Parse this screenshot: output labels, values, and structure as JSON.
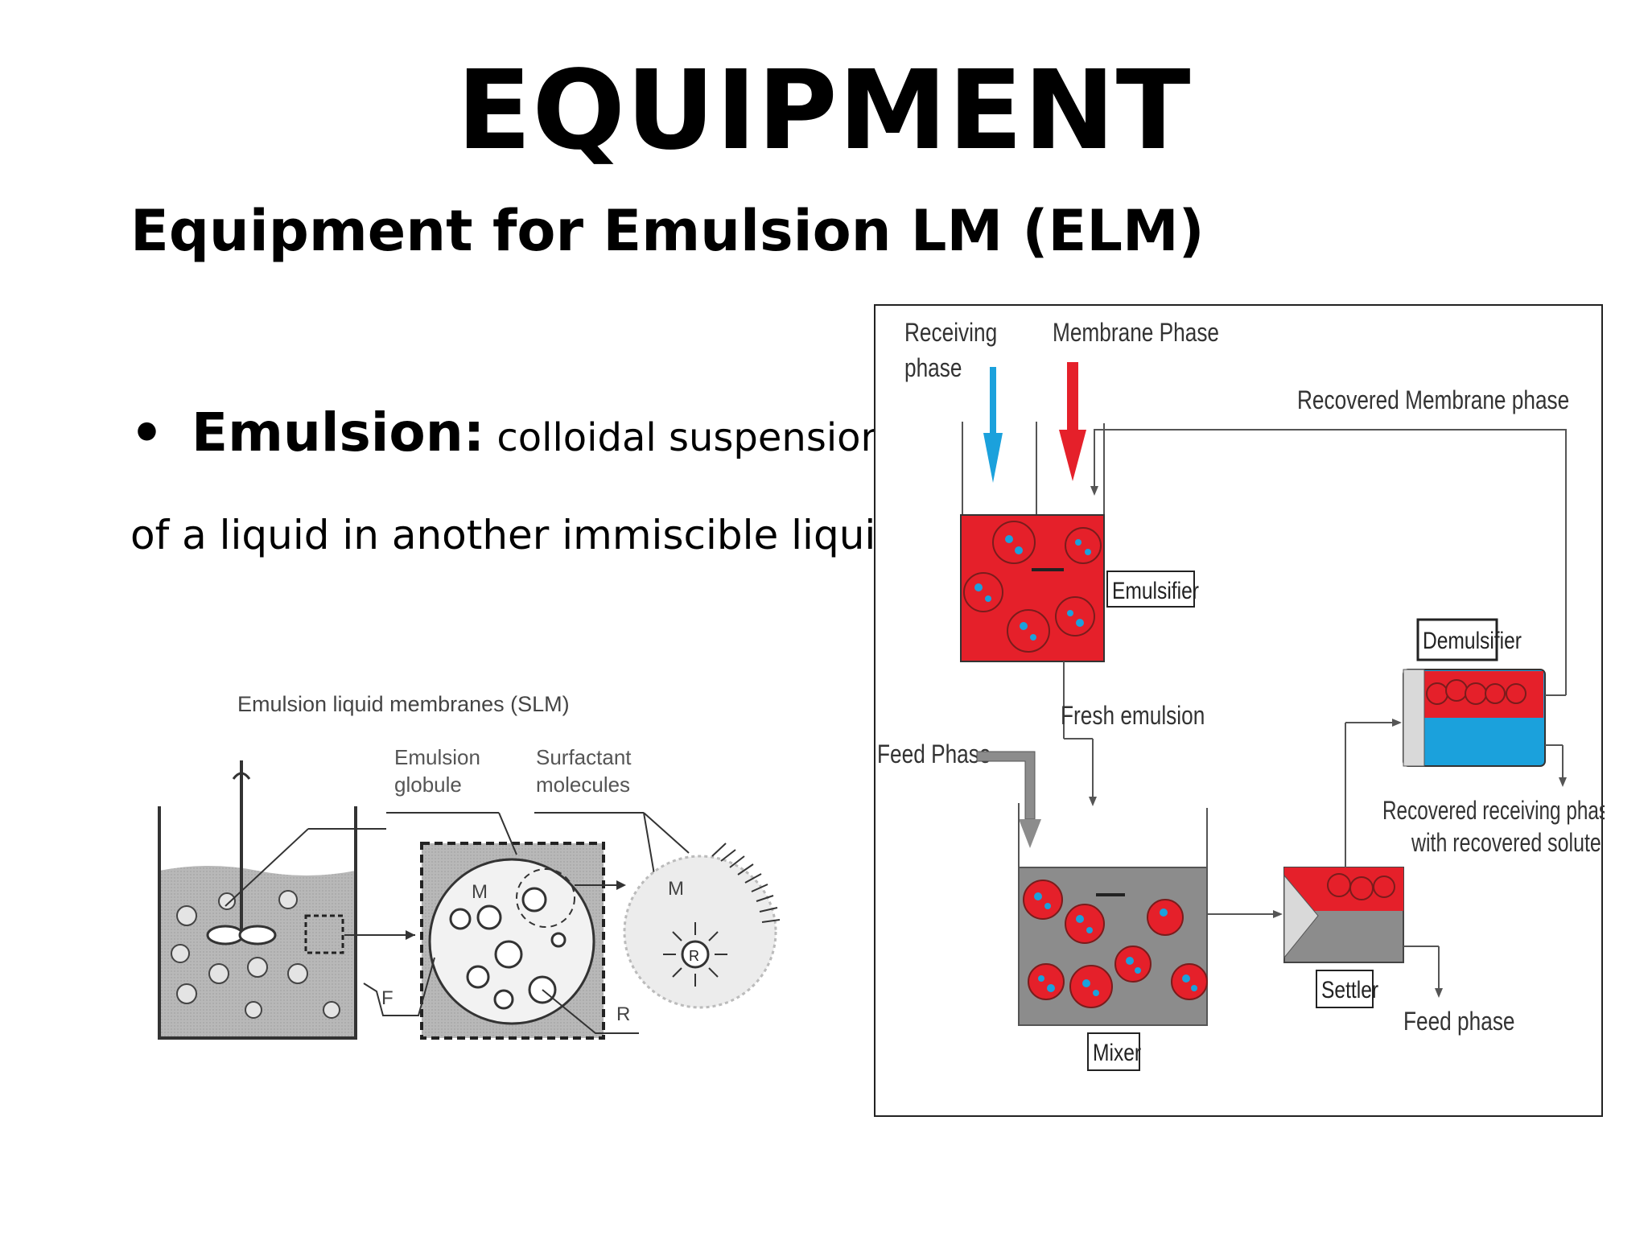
{
  "slide": {
    "title": "EQUIPMENT",
    "subtitle": "Equipment for Emulsion LM (ELM)",
    "bullet": {
      "marker": "•",
      "term": "Emulsion:",
      "description": " colloidal suspension",
      "continuation": "of a liquid in another immiscible liquid",
      "end_mark": "."
    }
  },
  "left_diagram": {
    "title": "Emulsion liquid membranes (SLM)",
    "label_globule_line1": "Emulsion",
    "label_globule_line2": "globule",
    "label_surfactant_line1": "Surfactant",
    "label_surfactant_line2": "molecules",
    "label_M1": "M",
    "label_M2": "M",
    "label_R": "R",
    "label_R2": "R",
    "label_F": "F"
  },
  "right_diagram": {
    "receiving_line1": "Receiving",
    "receiving_line2": "phase",
    "membrane_phase": "Membrane Phase",
    "recovered_membrane": "Recovered Membrane phase",
    "emulsifier": "Emulsifier",
    "demulsifier": "Demulsifier",
    "fresh_emulsion": "Fresh emulsion",
    "feed_phase_in": "Feed Phase",
    "recovered_receiving_line1": "Recovered receiving phase",
    "recovered_receiving_line2": "with recovered  solute",
    "settler": "Settler",
    "feed_phase_out": "Feed phase",
    "mixer": "Mixer",
    "colors": {
      "receiving_blue": "#1ba1dc",
      "membrane_red": "#e5202a",
      "vessel_gray": "#8c8c8c"
    }
  }
}
